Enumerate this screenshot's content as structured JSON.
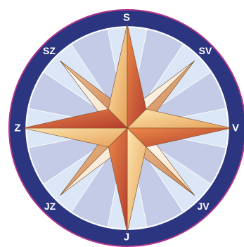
{
  "compass": {
    "labels": {
      "north": "S",
      "northeast": "SV",
      "east": "V",
      "southeast": "JV",
      "south": "J",
      "southwest": "JZ",
      "west": "Z",
      "northwest": "SZ"
    },
    "colors": {
      "outer_ring": "#2b3580",
      "outer_ring_edge": "#b0358a",
      "inner_light": "#dbe6f6",
      "inner_dark": "#c4cbe6",
      "star_dark": "#c0503a",
      "star_light": "#f3cf84",
      "minor_dark": "#d8a06c",
      "minor_light": "#fcf1de",
      "label": "#ffffff"
    }
  }
}
